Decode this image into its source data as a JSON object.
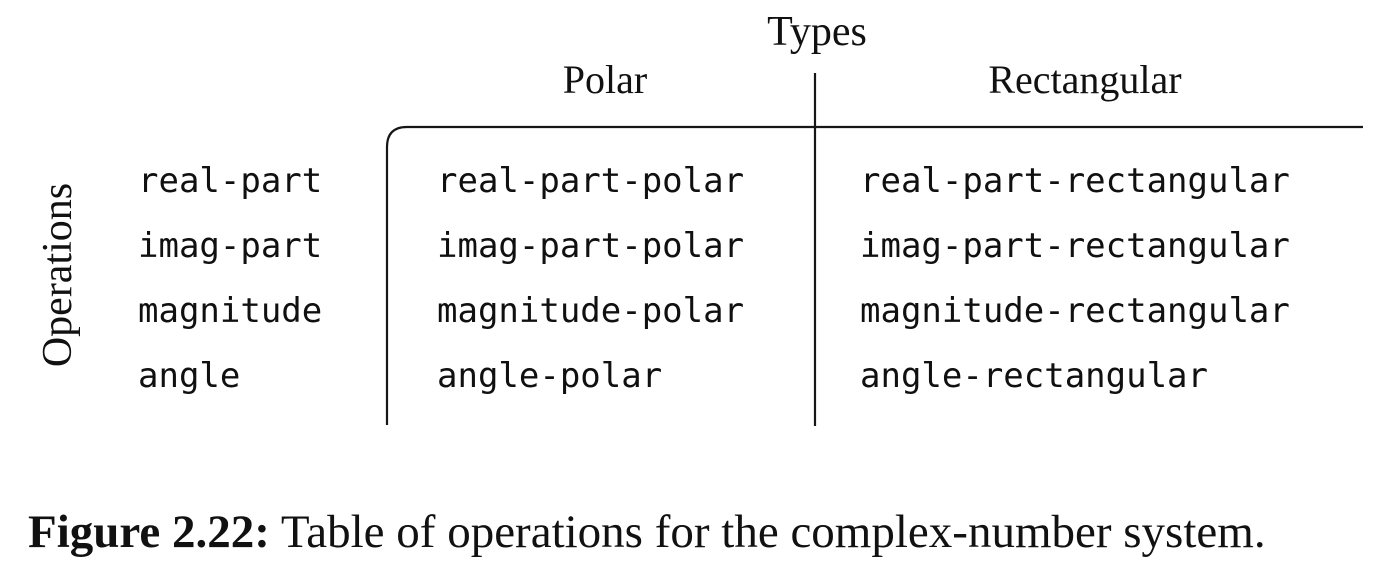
{
  "header": {
    "types_label": "Types",
    "columns": [
      "Polar",
      "Rectangular"
    ]
  },
  "side_label": "Operations",
  "table": {
    "row_header": "Operations",
    "column_header": "Types",
    "rows": [
      {
        "op": "real-part",
        "polar": "real-part-polar",
        "rectangular": "real-part-rectangular"
      },
      {
        "op": "imag-part",
        "polar": "imag-part-polar",
        "rectangular": "imag-part-rectangular"
      },
      {
        "op": "magnitude",
        "polar": "magnitude-polar",
        "rectangular": "magnitude-rectangular"
      },
      {
        "op": "angle",
        "polar": "angle-polar",
        "rectangular": "angle-rectangular"
      }
    ]
  },
  "caption": {
    "label": "Figure 2.22:",
    "text": " Table of operations for the complex-number system."
  },
  "colors": {
    "ink": "#111111",
    "line": "#161616",
    "background": "#ffffff"
  }
}
